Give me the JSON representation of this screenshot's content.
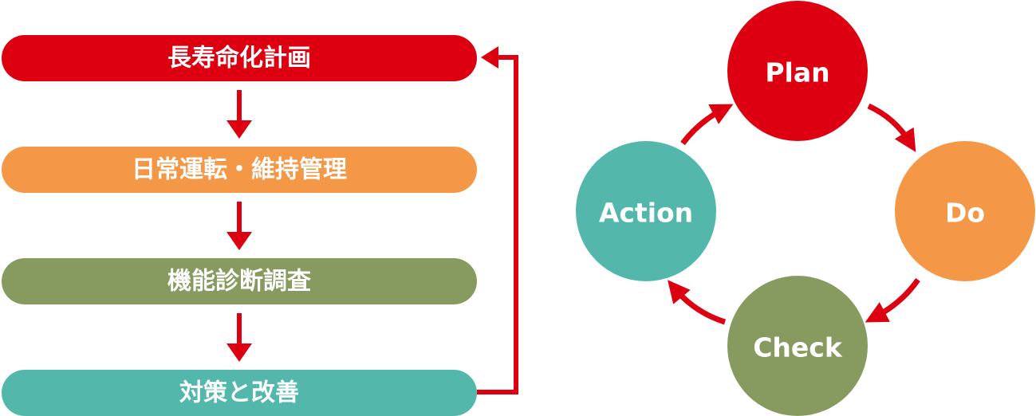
{
  "flow": {
    "steps": [
      {
        "label": "長寿命化計画",
        "color": "#dc0011"
      },
      {
        "label": "日常運転・維持管理",
        "color": "#f49847"
      },
      {
        "label": "機能診断調査",
        "color": "#879b60"
      },
      {
        "label": "対策と改善",
        "color": "#53b8ab"
      }
    ],
    "arrow_color": "#dc0011"
  },
  "cycle": {
    "nodes": [
      {
        "label": "Plan",
        "color": "#dc0011"
      },
      {
        "label": "Do",
        "color": "#f49847"
      },
      {
        "label": "Check",
        "color": "#879b60"
      },
      {
        "label": "Action",
        "color": "#53b8ab"
      }
    ],
    "arrow_color": "#dc0011"
  }
}
